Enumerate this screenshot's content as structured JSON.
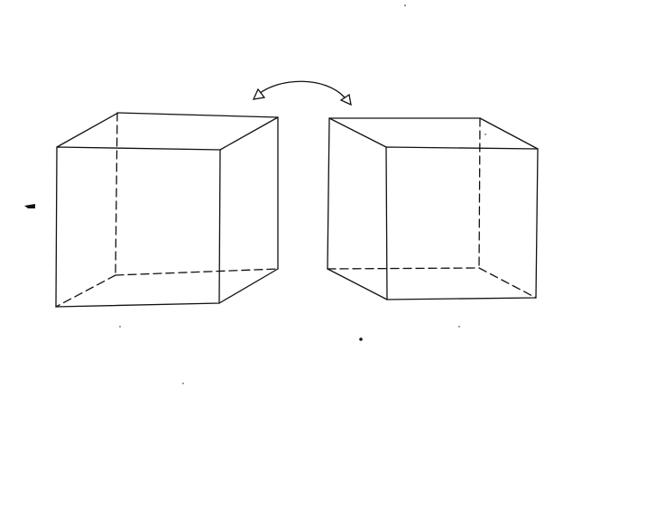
{
  "diagram": {
    "description_text": "",
    "colors": {
      "background": "#ffffff",
      "line": "#111111"
    },
    "figures": [
      {
        "name": "left-cube",
        "hidden_edges_style": "dashed"
      },
      {
        "name": "right-cube",
        "hidden_edges_style": "dashed"
      }
    ],
    "connector": {
      "type": "curved-double-arrow"
    }
  }
}
